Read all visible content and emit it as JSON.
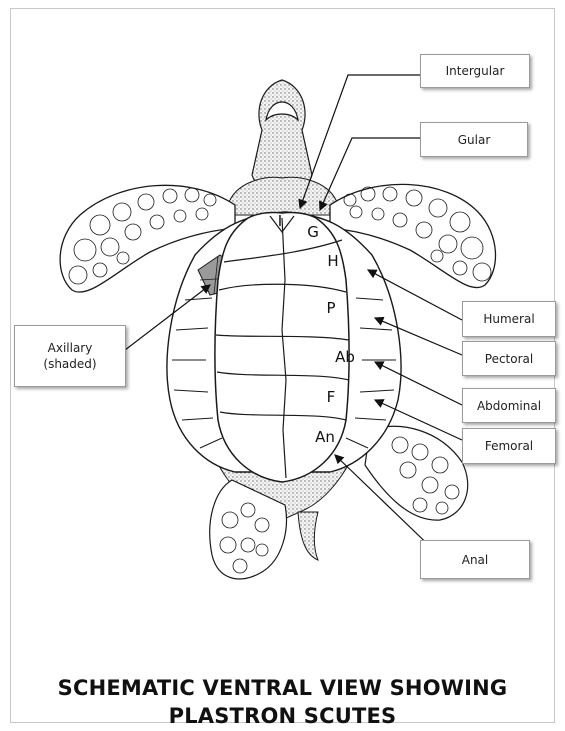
{
  "labels": {
    "intergular": "Intergular",
    "gular": "Gular",
    "humeral": "Humeral",
    "pectoral": "Pectoral",
    "abdominal": "Abdominal",
    "femoral": "Femoral",
    "anal": "Anal",
    "axillary_line1": "Axillary",
    "axillary_line2": "(shaded)"
  },
  "scutes": {
    "intergular_abbr": "I",
    "g": "G",
    "h": "H",
    "p": "P",
    "ab": "Ab",
    "f": "F",
    "an": "An"
  },
  "title": {
    "line1": "SCHEMATIC VENTRAL VIEW SHOWING",
    "line2": "PLASTRON SCUTES"
  },
  "colors": {
    "axillary_shade": "#9a9a9a",
    "skin_stipple": "#dcdcdc",
    "outline": "#1a1a1a"
  }
}
